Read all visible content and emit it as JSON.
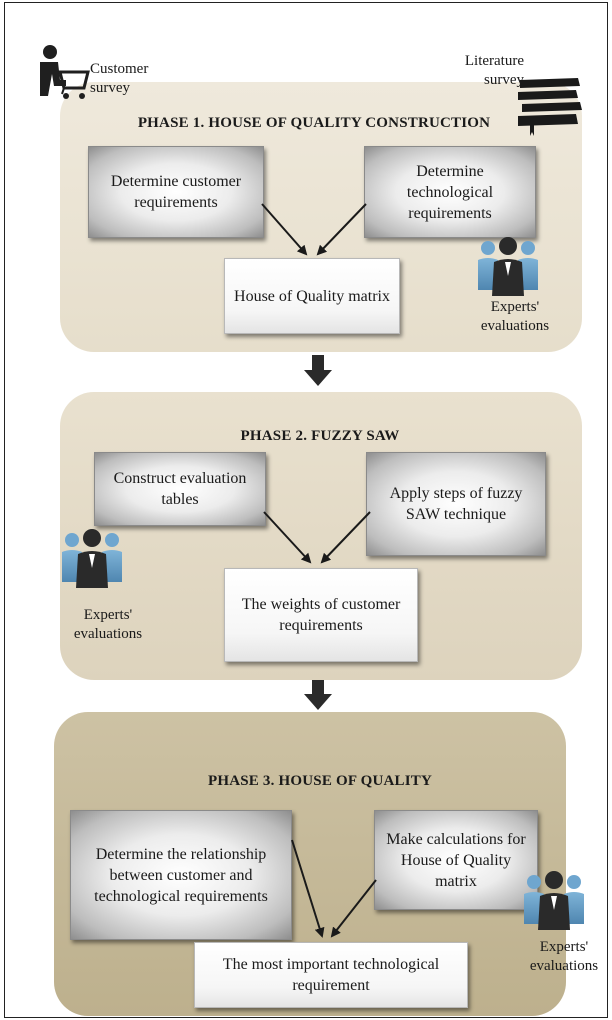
{
  "top": {
    "customer_survey": "Customer\nsurvey",
    "literature_survey": "Literature\nsurvey"
  },
  "phase1": {
    "title": "PHASE 1. HOUSE OF QUALITY CONSTRUCTION",
    "box_left": "Determine customer requirements",
    "box_right": "Determine technological requirements",
    "box_center": "House of Quality matrix",
    "experts": "Experts'\nevaluations"
  },
  "phase2": {
    "title": "PHASE 2. FUZZY SAW",
    "box_left": "Construct evaluation tables",
    "box_right": "Apply steps of fuzzy SAW technique",
    "box_center": "The weights of customer requirements",
    "experts": "Experts'\nevaluations"
  },
  "phase3": {
    "title": "PHASE 3.  HOUSE OF QUALITY",
    "box_left": "Determine the relationship between customer and technological requirements",
    "box_right": "Make calculations for House of Quality matrix",
    "box_center": "The most important technological requirement",
    "experts": "Experts'\nevaluations"
  },
  "colors": {
    "phase1_bg": "#e6decb",
    "phase2_bg": "#ddd3bd",
    "phase3_bg": "#bdb08d",
    "arrow": "#2a2a2a"
  },
  "icons": [
    "shopping-cart-person-icon",
    "books-icon",
    "experts-group-icon",
    "down-arrow-icon"
  ]
}
